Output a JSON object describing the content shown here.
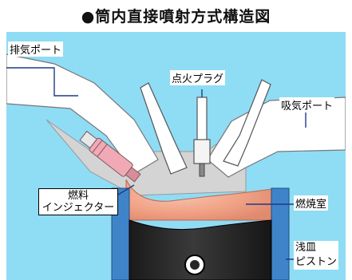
{
  "diagram": {
    "title": "●筒内直接噴射方式構造図",
    "labels": {
      "exhaust_port": "排気ポート",
      "spark_plug": "点火プラグ",
      "intake_port": "吸気ポート",
      "fuel_injector": "燃料\nインジェクター",
      "combustion_chamber": "燃焼室",
      "shallow_dish_piston": "浅皿\nピストン"
    }
  },
  "colors": {
    "background": "#8fdcf5",
    "port_fill": "#ffffff",
    "head_gray": "#d4d4d4",
    "combustion_fill": "#f0a184",
    "cylinder_wall": "#3f84c9",
    "piston_dark": "#262626",
    "injector_pink": "#f2a9b6"
  }
}
